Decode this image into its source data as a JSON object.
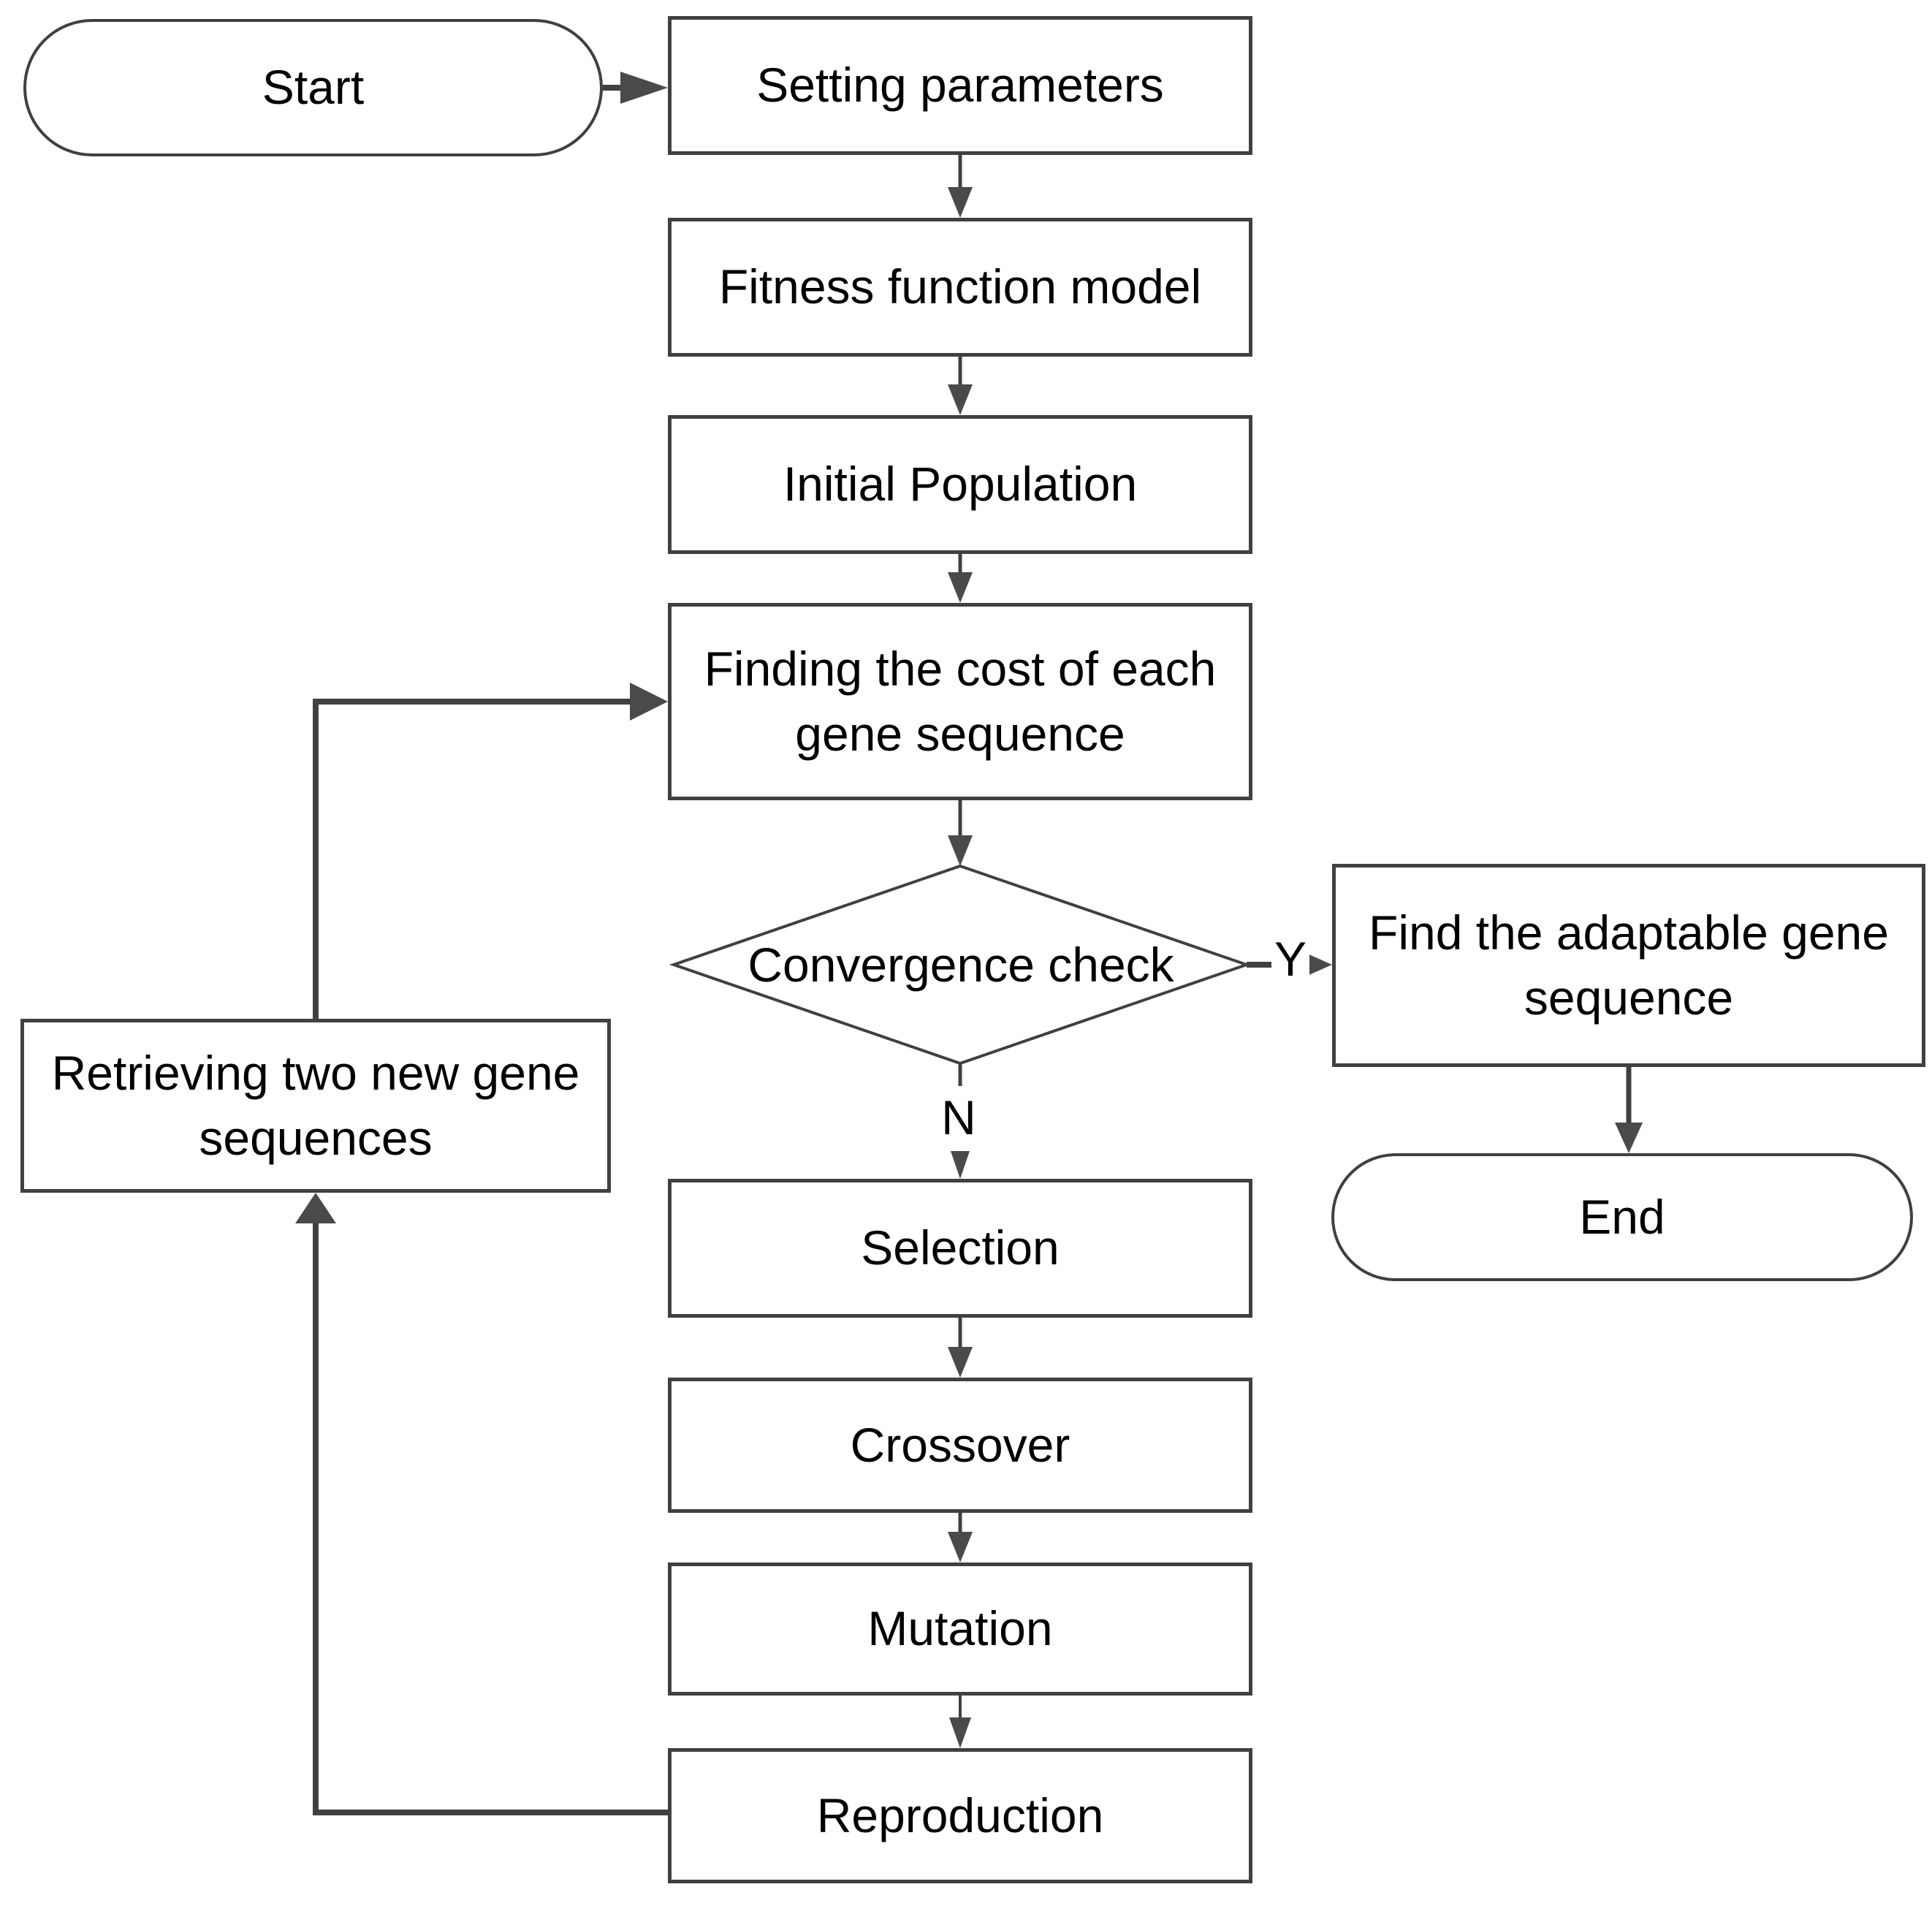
{
  "flowchart": {
    "nodes": {
      "start": "Start",
      "setting_parameters": "Setting parameters",
      "fitness_function_model": "Fitness function model",
      "initial_population": "Initial Population",
      "finding_cost": "Finding the cost of each gene sequence",
      "convergence_check": "Convergence check",
      "find_adaptable": "Find the adaptable gene sequence",
      "end": "End",
      "selection": "Selection",
      "crossover": "Crossover",
      "mutation": "Mutation",
      "reproduction": "Reproduction",
      "retrieving": "Retrieving two new gene sequences"
    },
    "branch_labels": {
      "yes": "Y",
      "no": "N"
    },
    "colors": {
      "stroke": "#404040",
      "arrow": "#4a4a4a",
      "fill": "#ffffff",
      "text": "#000000"
    }
  }
}
